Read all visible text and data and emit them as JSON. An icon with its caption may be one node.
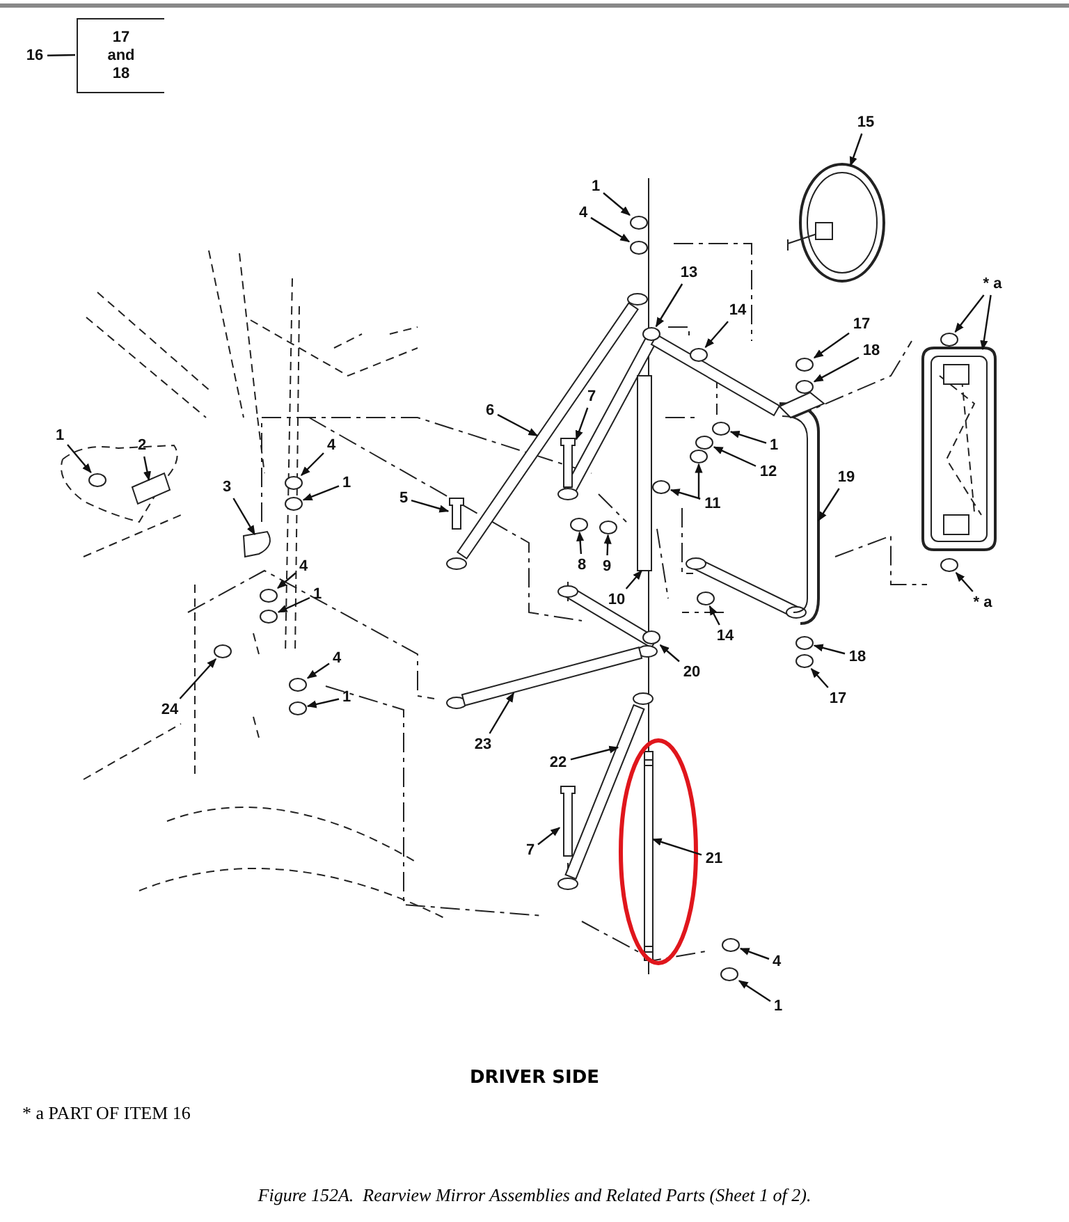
{
  "diagram": {
    "caption": "Figure 152A.  Rearview Mirror Assemblies and Related Parts (Sheet 1 of 2).",
    "nodes": [
      {
        "text": [
          "16"
        ]
      },
      {
        "text": [
          "17 and 18"
        ]
      },
      {
        "text": [
          "15"
        ]
      },
      {
        "text": [
          "1"
        ]
      },
      {
        "text": [
          "4"
        ]
      },
      {
        "text": [
          "13"
        ]
      },
      {
        "text": [
          "* a"
        ]
      },
      {
        "text": [
          "14"
        ]
      },
      {
        "text": [
          "17"
        ]
      },
      {
        "text": [
          "18"
        ]
      },
      {
        "text": [
          "6"
        ]
      },
      {
        "text": [
          "7"
        ]
      },
      {
        "text": [
          "1"
        ]
      },
      {
        "text": [
          "2"
        ]
      },
      {
        "text": [
          "4"
        ]
      },
      {
        "text": [
          "1"
        ]
      },
      {
        "text": [
          "1"
        ]
      },
      {
        "text": [
          "12"
        ]
      },
      {
        "text": [
          "3"
        ]
      },
      {
        "text": [
          "19"
        ]
      },
      {
        "text": [
          "5"
        ]
      },
      {
        "text": [
          "11"
        ]
      },
      {
        "text": [
          "8"
        ]
      },
      {
        "text": [
          "9"
        ]
      },
      {
        "text": [
          "4"
        ]
      },
      {
        "text": [
          "1"
        ]
      },
      {
        "text": [
          "10"
        ]
      },
      {
        "text": [
          "* a"
        ]
      },
      {
        "text": [
          "14"
        ]
      },
      {
        "text": [
          "18"
        ]
      },
      {
        "text": [
          "20"
        ]
      },
      {
        "text": [
          "4"
        ]
      },
      {
        "text": [
          "1"
        ]
      },
      {
        "text": [
          "17"
        ]
      },
      {
        "text": [
          "24"
        ]
      },
      {
        "text": [
          "23"
        ]
      },
      {
        "text": [
          "22"
        ]
      },
      {
        "text": [
          "7"
        ]
      },
      {
        "text": [
          "21"
        ]
      },
      {
        "text": [
          "4"
        ]
      },
      {
        "text": [
          "1"
        ]
      },
      {
        "text": [],
        "shape": "picture"
      },
      {
        "text": [],
        "shape": "circle"
      },
      {
        "text": [],
        "shape": "circle"
      },
      {
        "text": [],
        "shape": "circle"
      },
      {
        "text": [],
        "shape": "circle"
      },
      {
        "text": [],
        "shape": "picture"
      },
      {
        "text": [],
        "shape": "circle"
      },
      {
        "text": [],
        "shape": "circle"
      },
      {
        "text": [],
        "shape": "circle"
      },
      {
        "text": [],
        "shape": "box"
      },
      {
        "text": [],
        "shape": "cylinder"
      },
      {
        "text": [],
        "shape": "circle"
      },
      {
        "text": [],
        "shape": "picture"
      },
      {
        "text": [],
        "shape": "circle"
      },
      {
        "text": [],
        "shape": "circle"
      },
      {
        "text": [],
        "shape": "circle"
      },
      {
        "text": [],
        "shape": "circle"
      },
      {
        "text": [],
        "shape": "picture"
      },
      {
        "text": [],
        "shape": "picture"
      },
      {
        "text": [],
        "shape": "cylinder"
      },
      {
        "text": [],
        "shape": "circle"
      },
      {
        "text": [],
        "shape": "circle"
      },
      {
        "text": [],
        "shape": "circle"
      },
      {
        "text": [],
        "shape": "circle"
      },
      {
        "text": [],
        "shape": "circle"
      },
      {
        "text": [],
        "shape": "circle"
      },
      {
        "text": [],
        "shape": "box"
      },
      {
        "text": [],
        "shape": "circle"
      },
      {
        "text": [],
        "shape": "circle"
      },
      {
        "text": [],
        "shape": "circle"
      },
      {
        "text": [],
        "shape": "circle"
      },
      {
        "text": [],
        "shape": "circle"
      },
      {
        "text": [],
        "shape": "circle"
      },
      {
        "text": [],
        "shape": "circle"
      },
      {
        "text": [],
        "shape": "circle"
      },
      {
        "text": [],
        "shape": "box"
      },
      {
        "text": [],
        "shape": "box"
      },
      {
        "text": [],
        "shape": "cylinder"
      },
      {
        "text": [],
        "shape": "box"
      },
      {
        "text": [],
        "shape": "circle"
      },
      {
        "text": [],
        "shape": "circle"
      }
    ],
    "edges": [
      {
        "from": 0,
        "to": 1,
        "arrow": "none"
      },
      {
        "from": 2,
        "to": 41,
        "arrow": "to"
      },
      {
        "from": 3,
        "to": 42,
        "arrow": "to"
      },
      {
        "from": 4,
        "to": 43,
        "arrow": "to"
      },
      {
        "from": 5,
        "to": 44,
        "arrow": "to"
      },
      {
        "from": 6,
        "to": 45,
        "arrow": "to"
      },
      {
        "from": 6,
        "to": 46,
        "arrow": "to"
      },
      {
        "from": 7,
        "to": 47,
        "arrow": "to"
      },
      {
        "from": 8,
        "to": 48,
        "arrow": "to"
      },
      {
        "from": 9,
        "to": 49,
        "arrow": "to"
      },
      {
        "from": 10,
        "to": 50,
        "arrow": "to"
      },
      {
        "from": 11,
        "to": 51,
        "arrow": "to"
      },
      {
        "from": 12,
        "to": 52,
        "arrow": "to"
      },
      {
        "from": 13,
        "to": 53,
        "arrow": "to"
      },
      {
        "from": 14,
        "to": 54,
        "arrow": "to"
      },
      {
        "from": 15,
        "to": 55,
        "arrow": "to"
      },
      {
        "from": 16,
        "to": 56,
        "arrow": "to"
      },
      {
        "from": 17,
        "to": 57,
        "arrow": "to"
      },
      {
        "from": 18,
        "to": 58,
        "arrow": "to"
      },
      {
        "from": 19,
        "to": 59,
        "arrow": "to"
      },
      {
        "from": 20,
        "to": 60,
        "arrow": "to"
      },
      {
        "from": 21,
        "to": 61,
        "arrow": "to"
      },
      {
        "from": 21,
        "to": 62,
        "arrow": "to"
      },
      {
        "from": 22,
        "to": 63,
        "arrow": "to"
      },
      {
        "from": 23,
        "to": 64,
        "arrow": "to"
      },
      {
        "from": 24,
        "to": 65,
        "arrow": "to"
      },
      {
        "from": 25,
        "to": 66,
        "arrow": "to"
      },
      {
        "from": 26,
        "to": 67,
        "arrow": "to"
      },
      {
        "from": 27,
        "to": 68,
        "arrow": "to"
      },
      {
        "from": 28,
        "to": 69,
        "arrow": "to"
      },
      {
        "from": 29,
        "to": 70,
        "arrow": "to"
      },
      {
        "from": 30,
        "to": 71,
        "arrow": "to"
      },
      {
        "from": 31,
        "to": 72,
        "arrow": "to"
      },
      {
        "from": 32,
        "to": 73,
        "arrow": "to"
      },
      {
        "from": 33,
        "to": 74,
        "arrow": "to"
      },
      {
        "from": 34,
        "to": 75,
        "arrow": "to"
      },
      {
        "from": 35,
        "to": 76,
        "arrow": "to"
      },
      {
        "from": 36,
        "to": 77,
        "arrow": "to"
      },
      {
        "from": 37,
        "to": 78,
        "arrow": "to"
      },
      {
        "from": 38,
        "to": 79,
        "arrow": "to"
      },
      {
        "from": 39,
        "to": 80,
        "arrow": "to"
      },
      {
        "from": 40,
        "to": 81,
        "arrow": "to"
      }
    ],
    "labels": [
      "DRIVER SIDE",
      "* a PART OF ITEM 16"
    ]
  }
}
